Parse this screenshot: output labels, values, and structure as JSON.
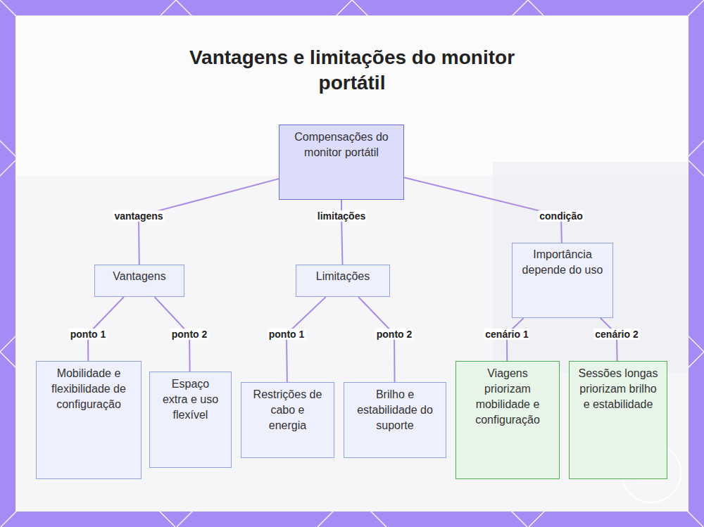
{
  "diagram": {
    "title": "Vantagens e limitações do monitor portátil",
    "nodes": [
      {
        "text": [
          "Compensações do monitor portátil"
        ]
      },
      {
        "text": [
          "Vantagens"
        ]
      },
      {
        "text": [
          "Limitações"
        ]
      },
      {
        "text": [
          "Importância depende do uso"
        ]
      },
      {
        "text": [
          "Mobilidade e flexibilidade de configuração"
        ]
      },
      {
        "text": [
          "Espaço extra e uso flexível"
        ]
      },
      {
        "text": [
          "Restrições de cabo e energia"
        ]
      },
      {
        "text": [
          "Brilho e estabilidade do suporte"
        ]
      },
      {
        "text": [
          "Viagens priorizam mobilidade e configuração"
        ]
      },
      {
        "text": [
          "Sessões longas priorizam brilho e estabilidade"
        ]
      }
    ],
    "edges": [
      {
        "from": 0,
        "to": 1,
        "label": "vantagens",
        "arrow": "none"
      },
      {
        "from": 0,
        "to": 2,
        "label": "limitações",
        "arrow": "none"
      },
      {
        "from": 0,
        "to": 3,
        "label": "condição",
        "arrow": "none"
      },
      {
        "from": 1,
        "to": 4,
        "label": "ponto 1",
        "arrow": "none"
      },
      {
        "from": 1,
        "to": 5,
        "label": "ponto 2",
        "arrow": "none"
      },
      {
        "from": 2,
        "to": 6,
        "label": "ponto 1",
        "arrow": "none"
      },
      {
        "from": 2,
        "to": 7,
        "label": "ponto 2",
        "arrow": "none"
      },
      {
        "from": 3,
        "to": 8,
        "label": "cenário 1",
        "arrow": "none"
      },
      {
        "from": 3,
        "to": 9,
        "label": "cenário 2",
        "arrow": "none"
      }
    ]
  }
}
